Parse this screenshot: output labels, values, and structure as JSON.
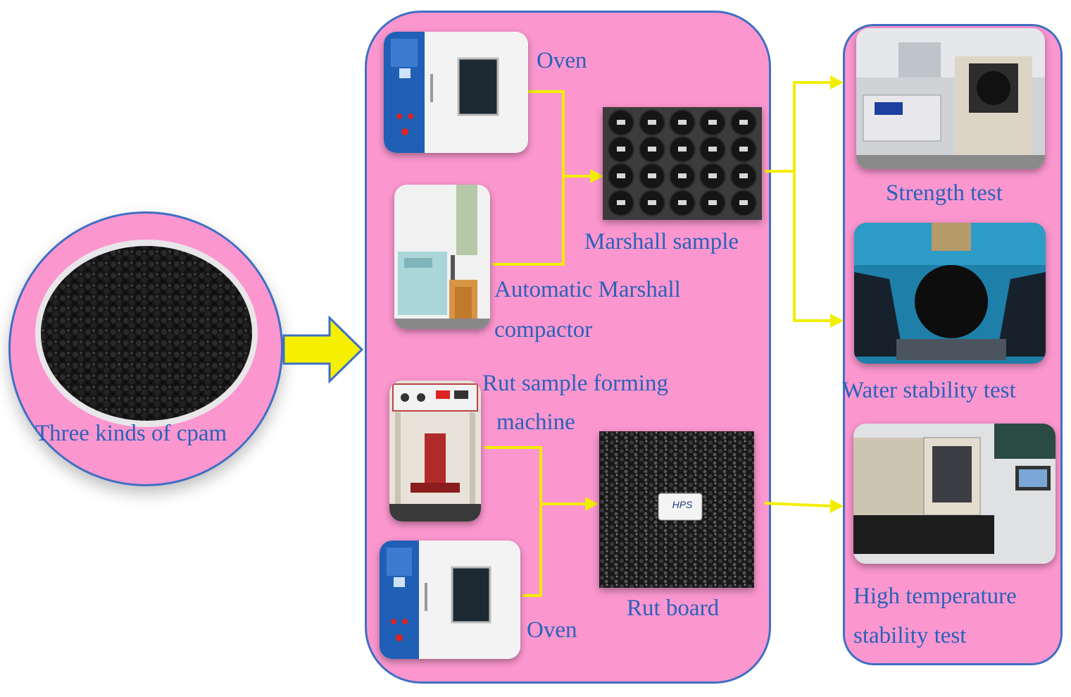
{
  "source": {
    "label": "Three kinds of cpam",
    "icon": "rubber-granules-photo"
  },
  "preparation": {
    "oven_top": "Oven",
    "marshall_compactor_line1": "Automatic Marshall",
    "marshall_compactor_line2": "compactor",
    "marshall_sample": "Marshall sample",
    "rut_machine_line1": "Rut sample forming",
    "rut_machine_line2": "machine",
    "oven_bottom": "Oven",
    "rut_board": "Rut board",
    "rut_board_tag": "HPS"
  },
  "tests": {
    "strength": "Strength test",
    "water": "Water stability test",
    "high_temp_line1": "High temperature",
    "high_temp_line2": "stability test"
  },
  "colors": {
    "panel_fill": "#fb96cf",
    "panel_border": "#3f6fc4",
    "connector": "#f2ee00",
    "label_text": "#2a62b8"
  }
}
